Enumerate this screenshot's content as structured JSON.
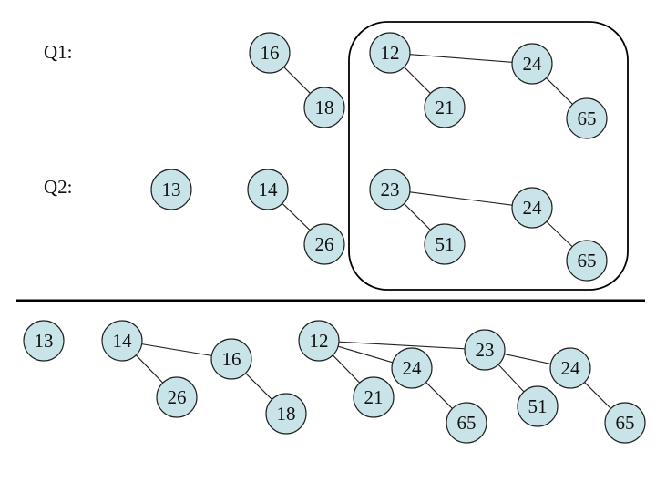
{
  "labels": {
    "q1": "Q1:",
    "q2": "Q2:"
  },
  "nodes": [
    {
      "id": "q1-16",
      "value": "16"
    },
    {
      "id": "q1-18",
      "value": "18"
    },
    {
      "id": "q1-12",
      "value": "12"
    },
    {
      "id": "q1-21",
      "value": "21"
    },
    {
      "id": "q1-24",
      "value": "24"
    },
    {
      "id": "q1-65",
      "value": "65"
    },
    {
      "id": "q2-13",
      "value": "13"
    },
    {
      "id": "q2-14",
      "value": "14"
    },
    {
      "id": "q2-26",
      "value": "26"
    },
    {
      "id": "q2-23",
      "value": "23"
    },
    {
      "id": "q2-51",
      "value": "51"
    },
    {
      "id": "q2-24",
      "value": "24"
    },
    {
      "id": "q2-65",
      "value": "65"
    },
    {
      "id": "r-13",
      "value": "13"
    },
    {
      "id": "r-14",
      "value": "14"
    },
    {
      "id": "r-26",
      "value": "26"
    },
    {
      "id": "r-16",
      "value": "16"
    },
    {
      "id": "r-18",
      "value": "18"
    },
    {
      "id": "r-12",
      "value": "12"
    },
    {
      "id": "r-21",
      "value": "21"
    },
    {
      "id": "r-24a",
      "value": "24"
    },
    {
      "id": "r-65a",
      "value": "65"
    },
    {
      "id": "r-23",
      "value": "23"
    },
    {
      "id": "r-51",
      "value": "51"
    },
    {
      "id": "r-24b",
      "value": "24"
    },
    {
      "id": "r-65b",
      "value": "65"
    }
  ],
  "edges": [
    [
      "q1-16",
      "q1-18"
    ],
    [
      "q1-12",
      "q1-21"
    ],
    [
      "q1-12",
      "q1-24"
    ],
    [
      "q1-24",
      "q1-65"
    ],
    [
      "q2-14",
      "q2-26"
    ],
    [
      "q2-23",
      "q2-51"
    ],
    [
      "q2-23",
      "q2-24"
    ],
    [
      "q2-24",
      "q2-65"
    ],
    [
      "r-14",
      "r-26"
    ],
    [
      "r-14",
      "r-16"
    ],
    [
      "r-16",
      "r-18"
    ],
    [
      "r-12",
      "r-21"
    ],
    [
      "r-12",
      "r-24a"
    ],
    [
      "r-24a",
      "r-65a"
    ],
    [
      "r-12",
      "r-23"
    ],
    [
      "r-23",
      "r-51"
    ],
    [
      "r-23",
      "r-24b"
    ],
    [
      "r-24b",
      "r-65b"
    ]
  ]
}
